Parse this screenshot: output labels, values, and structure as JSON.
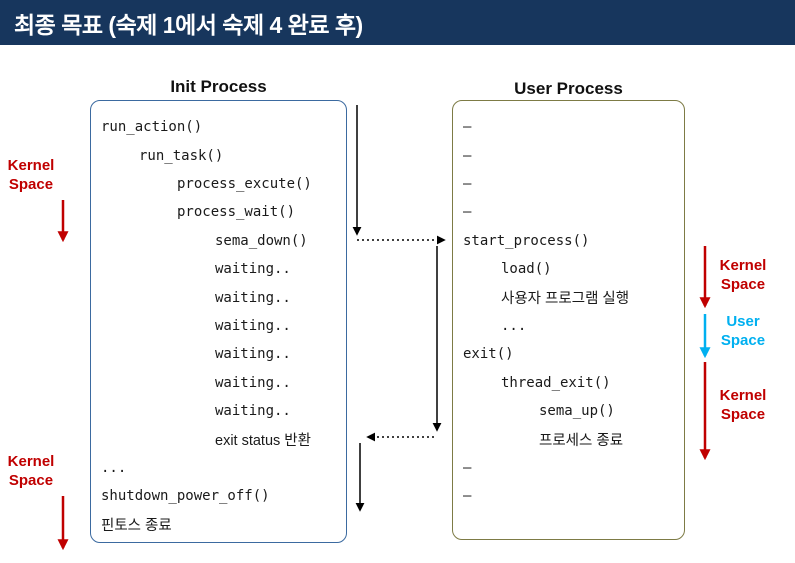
{
  "title": "최종 목표 (숙제 1에서 숙제 4 완료 후)",
  "init_process": {
    "title": "Init Process",
    "lines": [
      {
        "text": "run_action()"
      },
      {
        "text": "run_task()"
      },
      {
        "text": "process_excute()"
      },
      {
        "text": "process_wait()"
      },
      {
        "text": "sema_down()"
      },
      {
        "text": "waiting.."
      },
      {
        "text": "waiting.."
      },
      {
        "text": "waiting.."
      },
      {
        "text": "waiting.."
      },
      {
        "text": "waiting.."
      },
      {
        "text": "waiting.."
      },
      {
        "text": "exit status 반환"
      },
      {
        "text": "..."
      },
      {
        "text": "shutdown_power_off()"
      },
      {
        "text": "핀토스 종료"
      }
    ]
  },
  "user_process": {
    "title": "User Process",
    "lines": [
      {
        "text": "—"
      },
      {
        "text": "—"
      },
      {
        "text": "—"
      },
      {
        "text": "—"
      },
      {
        "text": "start_process()"
      },
      {
        "text": "load()"
      },
      {
        "text": "사용자 프로그램 실행"
      },
      {
        "text": "..."
      },
      {
        "text": "exit()"
      },
      {
        "text": "thread_exit()"
      },
      {
        "text": "sema_up()"
      },
      {
        "text": "프로세스 종료"
      },
      {
        "text": "—"
      },
      {
        "text": "—"
      }
    ]
  },
  "labels": {
    "left_kernel_top": "Kernel Space",
    "left_kernel_bottom": "Kernel Space",
    "right_kernel_top": "Kernel Space",
    "right_user": "User Space",
    "right_kernel_bottom": "Kernel Space"
  },
  "colors": {
    "banner": "#17365D",
    "kernel_red": "#C00000",
    "user_cyan": "#00B0F0",
    "init_border": "#3B6AA0",
    "user_border": "#7D7B45",
    "flow_black": "#000000"
  }
}
